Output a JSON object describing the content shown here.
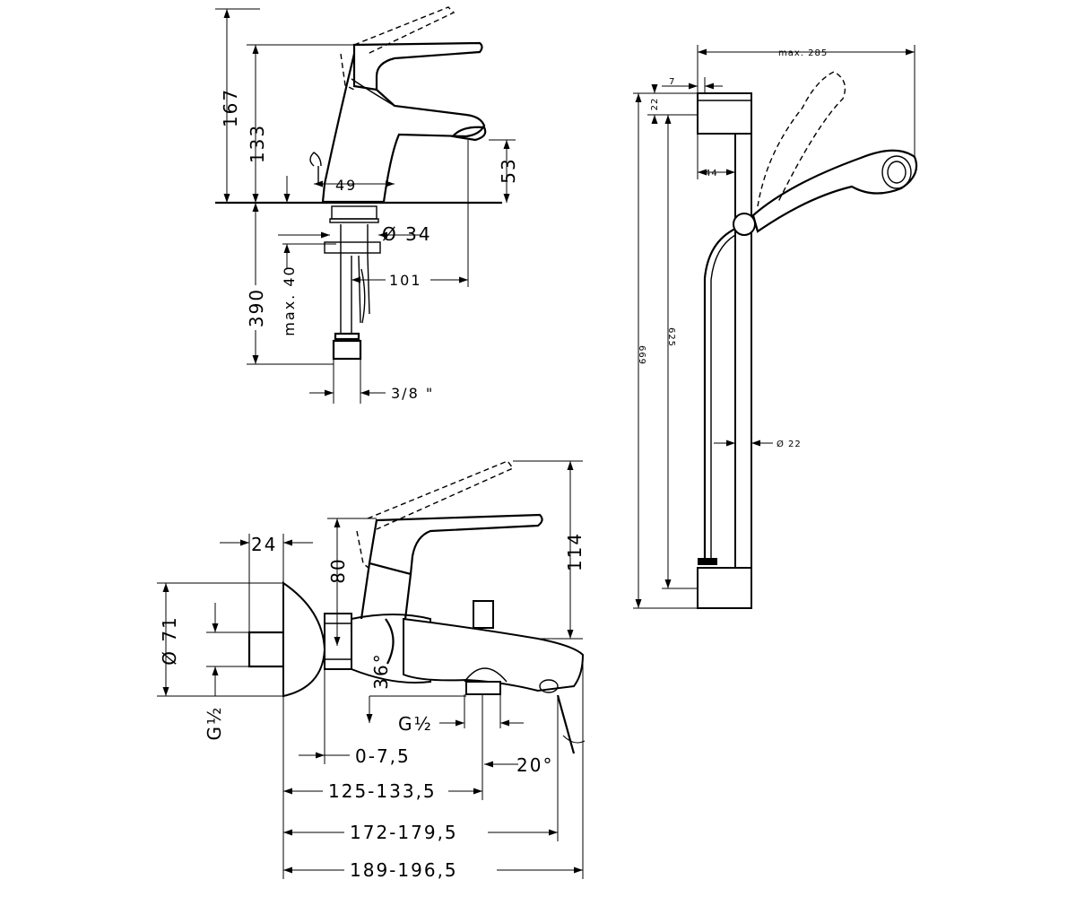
{
  "basin_mixer": {
    "dimensions": {
      "height_total": "167",
      "height_spout_base": "133",
      "spout_height": "53",
      "body_width": "49",
      "tail_diameter": "Ø 34",
      "spout_reach": "101",
      "max_deck": "max. 40",
      "hose_length": "390",
      "connection": "3/8 \""
    }
  },
  "shower_set": {
    "dimensions": {
      "max_width": "max. 285",
      "wall_offset": "7",
      "bracket_top": "22",
      "bracket_depth": "44",
      "bar_length": "669",
      "hole_spacing": "625",
      "bar_diameter": "Ø 22"
    }
  },
  "bath_mixer": {
    "dimensions": {
      "escutcheon_depth": "24",
      "lever_height": "80",
      "total_height": "114",
      "escutcheon_diameter": "Ø 71",
      "wall_thread": "G½",
      "angle_36": "36°",
      "outlet_thread": "G½",
      "offset_range": "0-7,5",
      "spout_angle": "20°",
      "reach_1": "125-133,5",
      "reach_2": "172-179,5",
      "reach_3": "189-196,5"
    }
  }
}
